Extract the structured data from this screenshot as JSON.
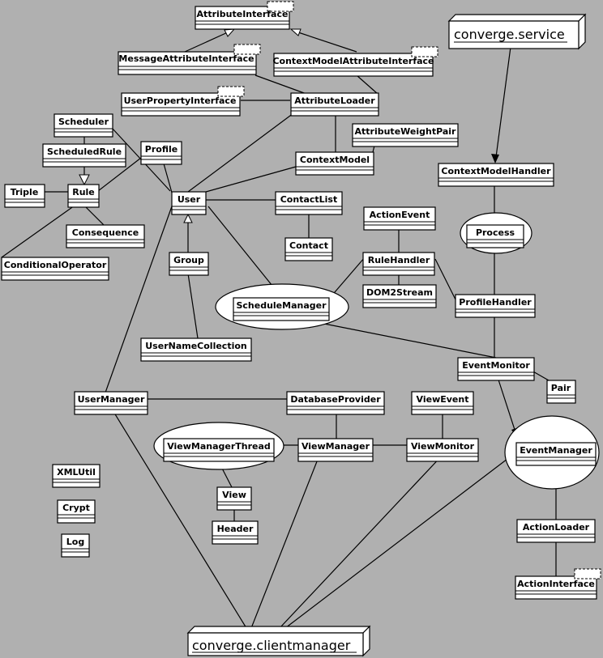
{
  "classes": {
    "attribute_interface": "AttributeInterface",
    "message_attribute_interface": "MessageAttributeInterface",
    "context_model_attribute_interface": "ContextModelAttributeInterface",
    "user_property_interface": "UserPropertyInterface",
    "attribute_loader": "AttributeLoader",
    "scheduler": "Scheduler",
    "scheduled_rule": "ScheduledRule",
    "profile": "Profile",
    "attribute_weight_pair": "AttributeWeightPair",
    "context_model": "ContextModel",
    "context_model_handler": "ContextModelHandler",
    "triple": "Triple",
    "rule": "Rule",
    "user": "User",
    "contact_list": "ContactList",
    "consequence": "Consequence",
    "action_event": "ActionEvent",
    "conditional_operator": "ConditionalOperator",
    "contact": "Contact",
    "group": "Group",
    "rule_handler": "RuleHandler",
    "process": "Process",
    "dom2stream": "DOM2Stream",
    "schedule_manager": "ScheduleManager",
    "profile_handler": "ProfileHandler",
    "user_name_collection": "UserNameCollection",
    "event_monitor": "EventMonitor",
    "pair": "Pair",
    "user_manager": "UserManager",
    "database_provider": "DatabaseProvider",
    "view_event": "ViewEvent",
    "view_manager_thread": "ViewManagerThread",
    "view_manager": "ViewManager",
    "view_monitor": "ViewMonitor",
    "event_manager": "EventManager",
    "xml_util": "XMLUtil",
    "view": "View",
    "crypt": "Crypt",
    "log": "Log",
    "header": "Header",
    "action_loader": "ActionLoader",
    "action_interface": "ActionInterface"
  },
  "packages": {
    "service": "converge.service",
    "client_manager": "converge.clientmanager"
  }
}
